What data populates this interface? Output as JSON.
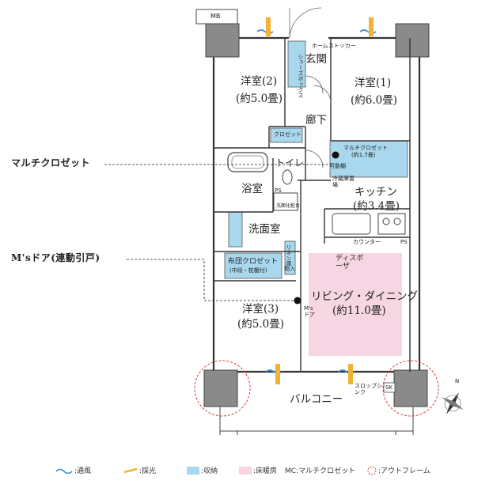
{
  "labels": {
    "mb": "MB",
    "home_stocker": "ホームストッカー",
    "shoes_box": "シューズボックス",
    "entrance": "玄関",
    "room2_name": "洋室(2)",
    "room2_size": "(約5.0畳)",
    "room1_name": "洋室(1)",
    "room1_size": "(約6.0畳)",
    "corridor": "廊下",
    "closet": "クロゼット",
    "mc_name": "マルチクロゼット",
    "mc_size": "(約1.7畳)",
    "movable_shelf": "可動棚",
    "fridge": "冷蔵庫置場",
    "toilet": "トイレ",
    "kitchen_name": "キッチン",
    "kitchen_size": "(約3.4畳)",
    "bath": "浴室",
    "ps": "PS",
    "washstand": "洗面化粧台",
    "washroom": "洗面室",
    "counter": "カウンター",
    "futon_closet": "布団クロゼット",
    "futon_note": "(中段・枕棚付)",
    "linen": "リネン庫",
    "storage": "物入",
    "disposer": "ディスポーザ",
    "living_name": "リビング・ダイニング",
    "living_size": "(約11.0畳)",
    "room3_name": "洋室(3)",
    "room3_size": "(約5.0畳)",
    "ms_door_short": "M's ドア",
    "balcony": "バルコニー",
    "slop_sink": "スロップシンク",
    "sk": "SK",
    "north": "N"
  },
  "callouts": {
    "multi_closet": "マルチクロゼット",
    "ms_door": "M'sドア(連動引戸)"
  },
  "legend": [
    {
      "label": ":通風",
      "icon": "wind-icon"
    },
    {
      "label": ":採光",
      "icon": "light-icon"
    },
    {
      "label": ":収納",
      "icon": "storage-swatch"
    },
    {
      "label": ":床暖房",
      "icon": "floor-heating-swatch"
    },
    {
      "label": "MC:マルチクロゼット",
      "icon": ""
    },
    {
      "label": ":アウトフレーム",
      "icon": "outframe-icon"
    }
  ],
  "colors": {
    "storage": "#a9d8ee",
    "floor_heating": "#f6d6e2",
    "wind": "#3a8fd0",
    "light": "#f2b233",
    "wall": "#333333",
    "column": "#8a8a8a",
    "outframe": "#d93b3b"
  }
}
